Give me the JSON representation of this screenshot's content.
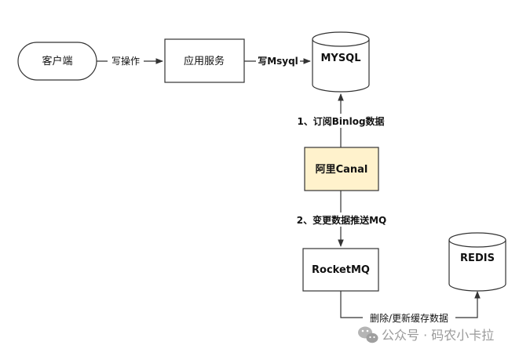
{
  "nodes": {
    "client": "客户端",
    "app_service": "应用服务",
    "mysql": "MYSQL",
    "canal": "阿里Canal",
    "rocketmq": "RocketMQ",
    "redis": "REDIS"
  },
  "edges": {
    "client_to_app": "写操作",
    "app_to_mysql": "写Msyql",
    "canal_to_mysql": "1、订阅Binlog数据",
    "canal_to_mq": "2、变更数据推送MQ",
    "mq_to_redis": "删除/更新缓存数据"
  },
  "watermark": "公众号 · 码农小卡拉",
  "colors": {
    "canal_fill": "#fff2cc",
    "canal_stroke": "#d6b656",
    "stroke": "#333333",
    "watermark": "#9a9a9a"
  }
}
